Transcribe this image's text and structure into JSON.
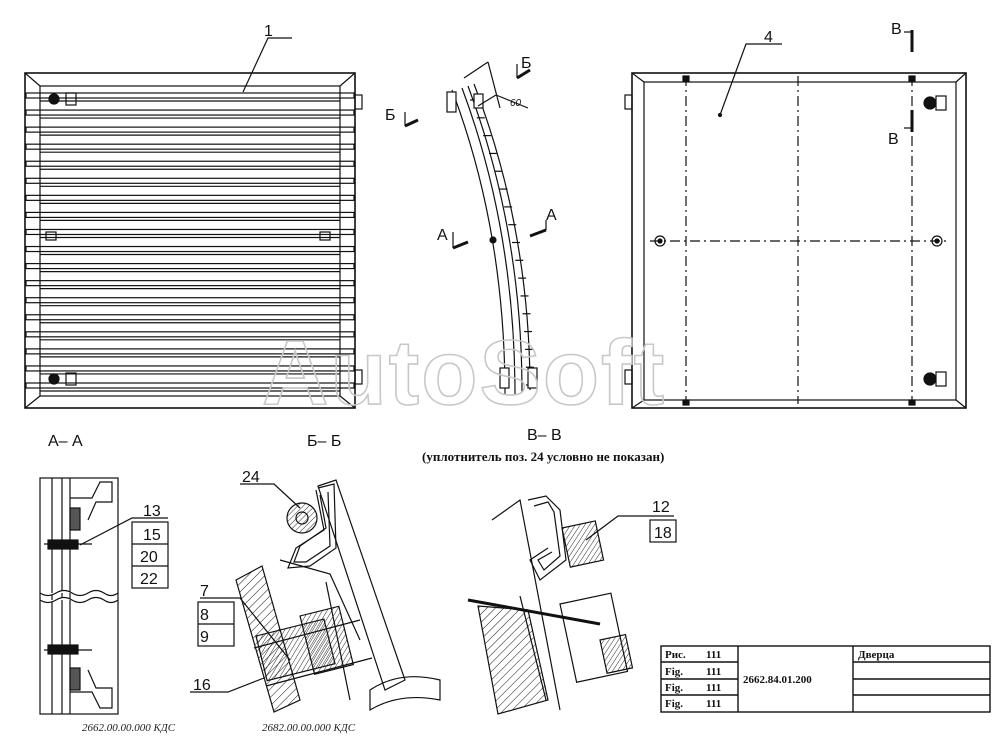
{
  "callouts": {
    "c1": "1",
    "c4": "4",
    "c7": "7",
    "c8": "8",
    "c9": "9",
    "c12": "12",
    "c13": "13",
    "c15": "15",
    "c16": "16",
    "c18": "18",
    "c20": "20",
    "c22": "22",
    "c24": "24"
  },
  "dimension": "60",
  "section_marks": {
    "a": "А",
    "b": "Б",
    "v": "В"
  },
  "section_titles": {
    "aa": "А– А",
    "bb": "Б– Б",
    "vv": "В– В"
  },
  "note": "(уплотнитель поз. 24 условно не показан)",
  "reference_docs": {
    "left": "2662.00.00.000 КДС",
    "right": "2682.00.00.000 КДС"
  },
  "title_block": {
    "rows": [
      {
        "label": "Рис.",
        "num": "111"
      },
      {
        "label": "Fig.",
        "num": "111"
      },
      {
        "label": "Fig.",
        "num": "111"
      },
      {
        "label": "Fig.",
        "num": "111"
      }
    ],
    "code": "2662.84.01.200",
    "name": "Дверца"
  },
  "watermark": "AutoSoft"
}
